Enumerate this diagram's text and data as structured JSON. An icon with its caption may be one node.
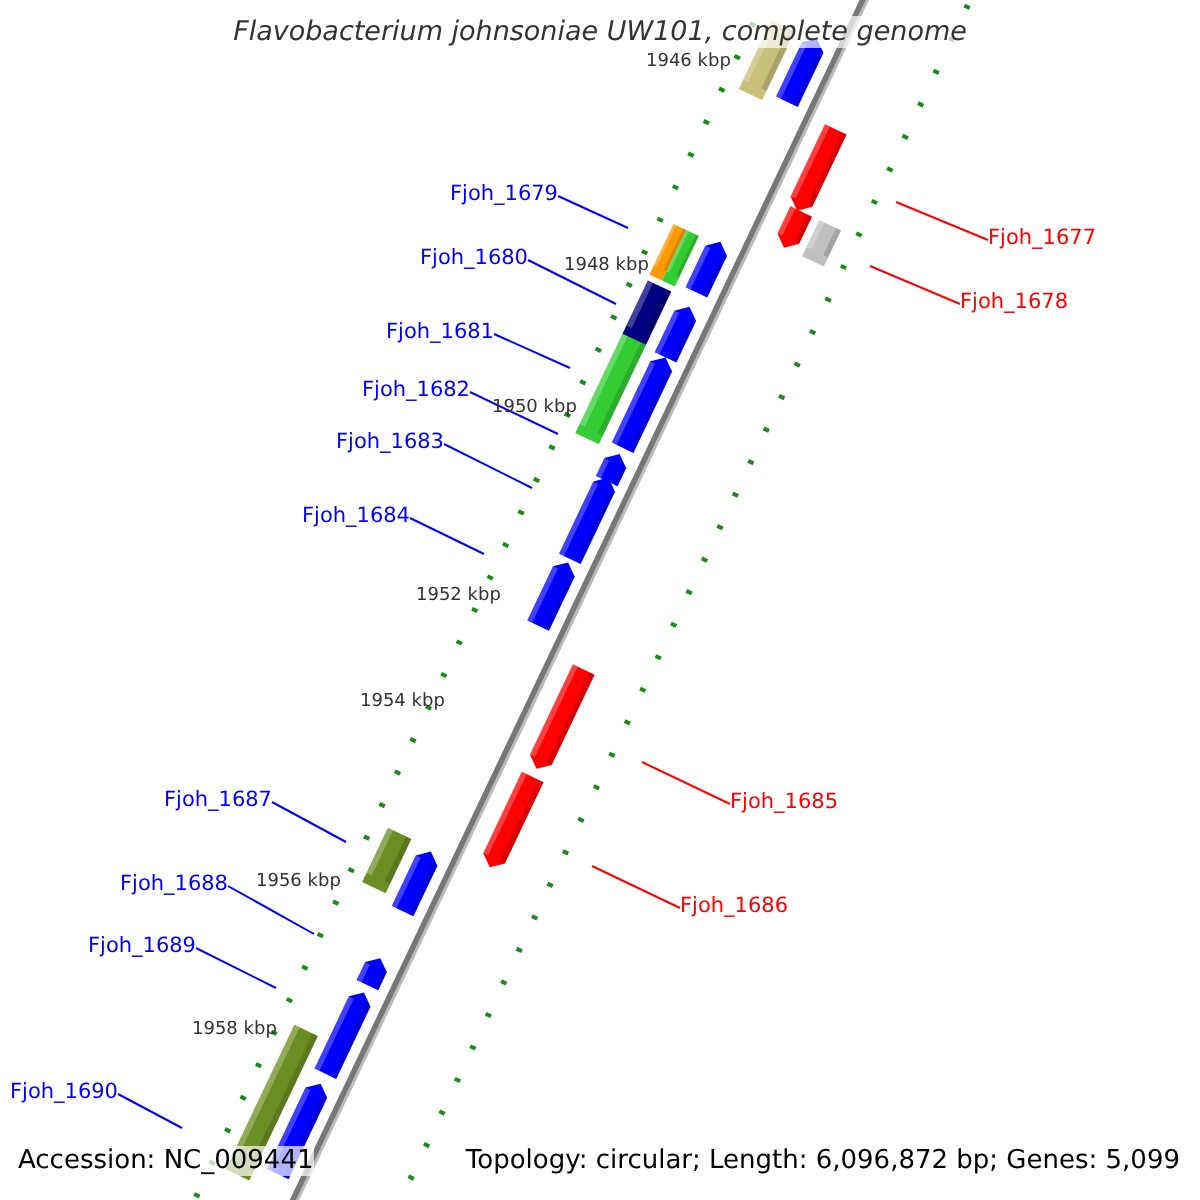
{
  "diagram": {
    "title": "Flavobacterium johnsoniae UW101, complete genome",
    "nodes": [
      {
        "text": [
          "Fjoh_1679"
        ]
      },
      {
        "text": [
          "Fjoh_1677"
        ]
      },
      {
        "text": [
          "Fjoh_1680"
        ]
      },
      {
        "text": [
          "Fjoh_1678"
        ]
      },
      {
        "text": [
          "Fjoh_1681"
        ]
      },
      {
        "text": [
          "Fjoh_1682"
        ]
      },
      {
        "text": [
          "Fjoh_1683"
        ]
      },
      {
        "text": [
          "Fjoh_1684"
        ]
      },
      {
        "text": [
          "Fjoh_1687"
        ]
      },
      {
        "text": [
          "Fjoh_1685"
        ]
      },
      {
        "text": [
          "Fjoh_1688"
        ]
      },
      {
        "text": [
          "Fjoh_1686"
        ]
      },
      {
        "text": [
          "Fjoh_1689"
        ]
      },
      {
        "text": [
          "Fjoh_1690"
        ]
      }
    ],
    "edges": [
      {
        "from": 0,
        "to": null,
        "arrow": "none"
      },
      {
        "from": 1,
        "to": null,
        "arrow": "none",
        "color": "#ff0000"
      },
      {
        "from": 2,
        "to": null,
        "arrow": "none"
      },
      {
        "from": 3,
        "to": null,
        "arrow": "none",
        "color": "#ff0000"
      },
      {
        "from": 4,
        "to": null,
        "arrow": "none"
      },
      {
        "from": 5,
        "to": null,
        "arrow": "none"
      },
      {
        "from": 6,
        "to": null,
        "arrow": "none"
      },
      {
        "from": 7,
        "to": null,
        "arrow": "none"
      },
      {
        "from": 8,
        "to": null,
        "arrow": "none"
      },
      {
        "from": 9,
        "to": null,
        "arrow": "none",
        "color": "#ff0000"
      },
      {
        "from": 10,
        "to": null,
        "arrow": "none"
      },
      {
        "from": 11,
        "to": null,
        "arrow": "none",
        "color": "#ff0000"
      },
      {
        "from": 12,
        "to": null,
        "arrow": "none"
      },
      {
        "from": 13,
        "to": null,
        "arrow": "none"
      }
    ],
    "labels": [
      "1946 kbp",
      "1948 kbp",
      "1950 kbp",
      "1952 kbp",
      "1954 kbp",
      "1956 kbp",
      "1958 kbp",
      "Accession: NC_009441",
      "Topology: circular; Length: 6,096,872 bp; Genes: 5,099"
    ]
  }
}
